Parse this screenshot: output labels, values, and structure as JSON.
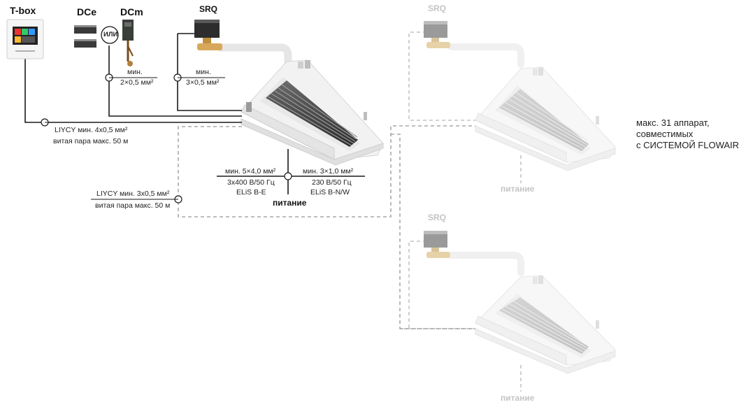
{
  "devices": {
    "tbox": "T-box",
    "dce": "DCe",
    "dcm": "DCm",
    "srq_main": "SRQ",
    "srq_top": "SRQ",
    "srq_bottom": "SRQ",
    "or_label": "ИЛИ"
  },
  "wires": {
    "dcm_line1": "мин.",
    "dcm_line2": "2×0,5 мм²",
    "srq_line1": "мин.",
    "srq_line2": "3×0,5 мм²",
    "tbox_line1": "LIYCY мин. 4х0,5 мм²",
    "tbox_line2": "витая пара макс. 50 м",
    "bus_line1": "LIYCY мин. 3х0,5 мм²",
    "bus_line2": "витая пара макс. 50 м"
  },
  "power": {
    "left_line1": "мин. 5×4,0 мм²",
    "left_line2": "3х400 В/50 Гц",
    "left_line3": "ELiS B-E",
    "right_line1": "мин. 3×1,0 мм²",
    "right_line2": "230 В/50 Гц",
    "right_line3": "ELiS B-N/W",
    "main_label": "питание",
    "top_unit_label": "питание",
    "bottom_unit_label": "питание"
  },
  "note": {
    "line1": "макс. 31 аппарат,",
    "line2": "совместимых",
    "line3": "с СИСТЕМОЙ FLOWAIR"
  },
  "colors": {
    "wire": "#1a1a1a",
    "dashed": "#a8a8a8",
    "unit_main": "#f2f2f2",
    "unit_faded": "#f7f7f7"
  }
}
